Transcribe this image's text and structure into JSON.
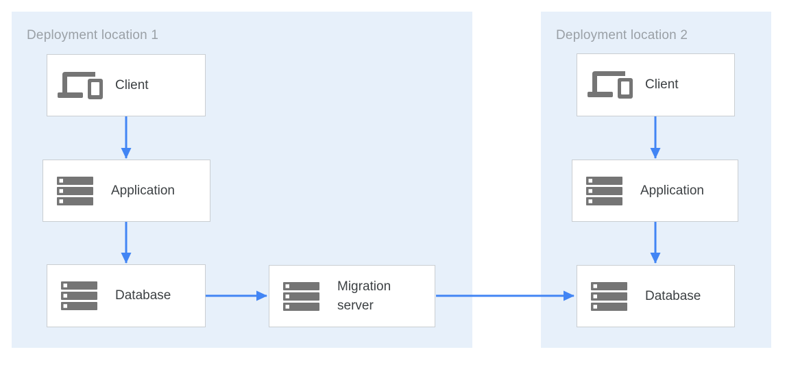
{
  "diagram": {
    "regions": [
      {
        "id": "region1",
        "label": "Deployment location 1"
      },
      {
        "id": "region2",
        "label": "Deployment location 2"
      }
    ],
    "nodes": {
      "client1": {
        "label": "Client",
        "icon": "devices-icon",
        "region": "Deployment location 1"
      },
      "application1": {
        "label": "Application",
        "icon": "server-icon",
        "region": "Deployment location 1"
      },
      "database1": {
        "label": "Database",
        "icon": "server-icon",
        "region": "Deployment location 1"
      },
      "migration": {
        "label": "Migration server",
        "icon": "server-icon",
        "region": "Deployment location 1"
      },
      "client2": {
        "label": "Client",
        "icon": "devices-icon",
        "region": "Deployment location 2"
      },
      "application2": {
        "label": "Application",
        "icon": "server-icon",
        "region": "Deployment location 2"
      },
      "database2": {
        "label": "Database",
        "icon": "server-icon",
        "region": "Deployment location 2"
      }
    },
    "edges": [
      {
        "from": "client1",
        "to": "application1"
      },
      {
        "from": "application1",
        "to": "database1"
      },
      {
        "from": "database1",
        "to": "migration"
      },
      {
        "from": "migration",
        "to": "database2"
      },
      {
        "from": "client2",
        "to": "application2"
      },
      {
        "from": "application2",
        "to": "database2"
      }
    ],
    "colors": {
      "region_bg": "#e7f0fa",
      "box_bg": "#ffffff",
      "box_border": "#c9cdd1",
      "arrow_blue": "#4285f4",
      "icon_gray": "#757575",
      "node_text": "#3c4043",
      "region_label_gray": "#9aa0a6"
    }
  }
}
